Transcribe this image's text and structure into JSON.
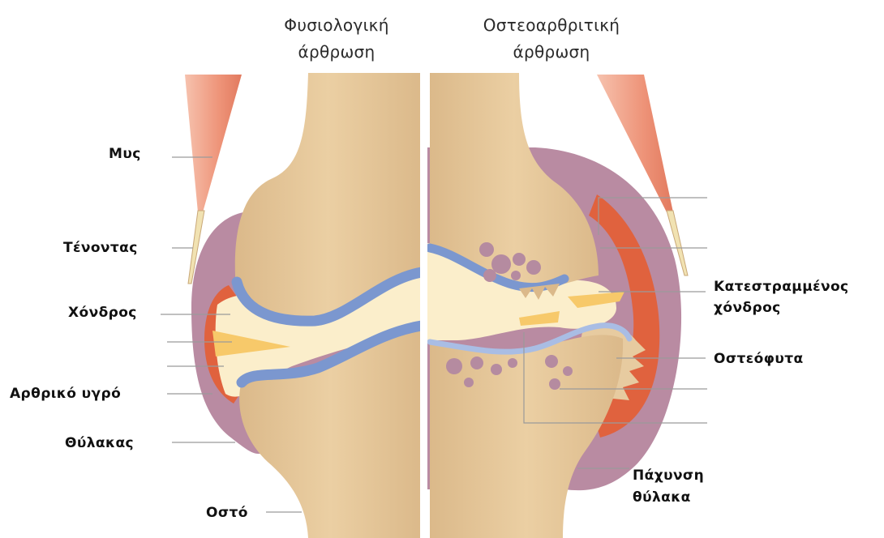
{
  "titles": {
    "normal": "Φυσιολογική\nάρθρωση",
    "osteo": "Οστεοαρθριτική\nάρθρωση"
  },
  "labels": {
    "muscle": "Μυς",
    "tendon": "Τένοντας",
    "cartilage": "Χόνδρος",
    "synovial_fluid": "Αρθρικό υγρό",
    "capsule": "Θύλακας",
    "bone": "Οστό",
    "damaged_cartilage_line1": "Κατεστραμμένος",
    "damaged_cartilage_line2": "χόνδρος",
    "osteophytes": "Οστεόφυτα",
    "thickened_capsule_line1": "Πάχυνση",
    "thickened_capsule_line2": "θύλακα"
  },
  "colors": {
    "bone": "#e8c99c",
    "cartilage_blue": "#7b97cf",
    "capsule": "#b98ba2",
    "synovium": "#e0623e",
    "fluid": "#fbeecb",
    "muscle": "#ef9b80",
    "tendon": "#f1e2b2",
    "cyst": "#b58ba0"
  }
}
